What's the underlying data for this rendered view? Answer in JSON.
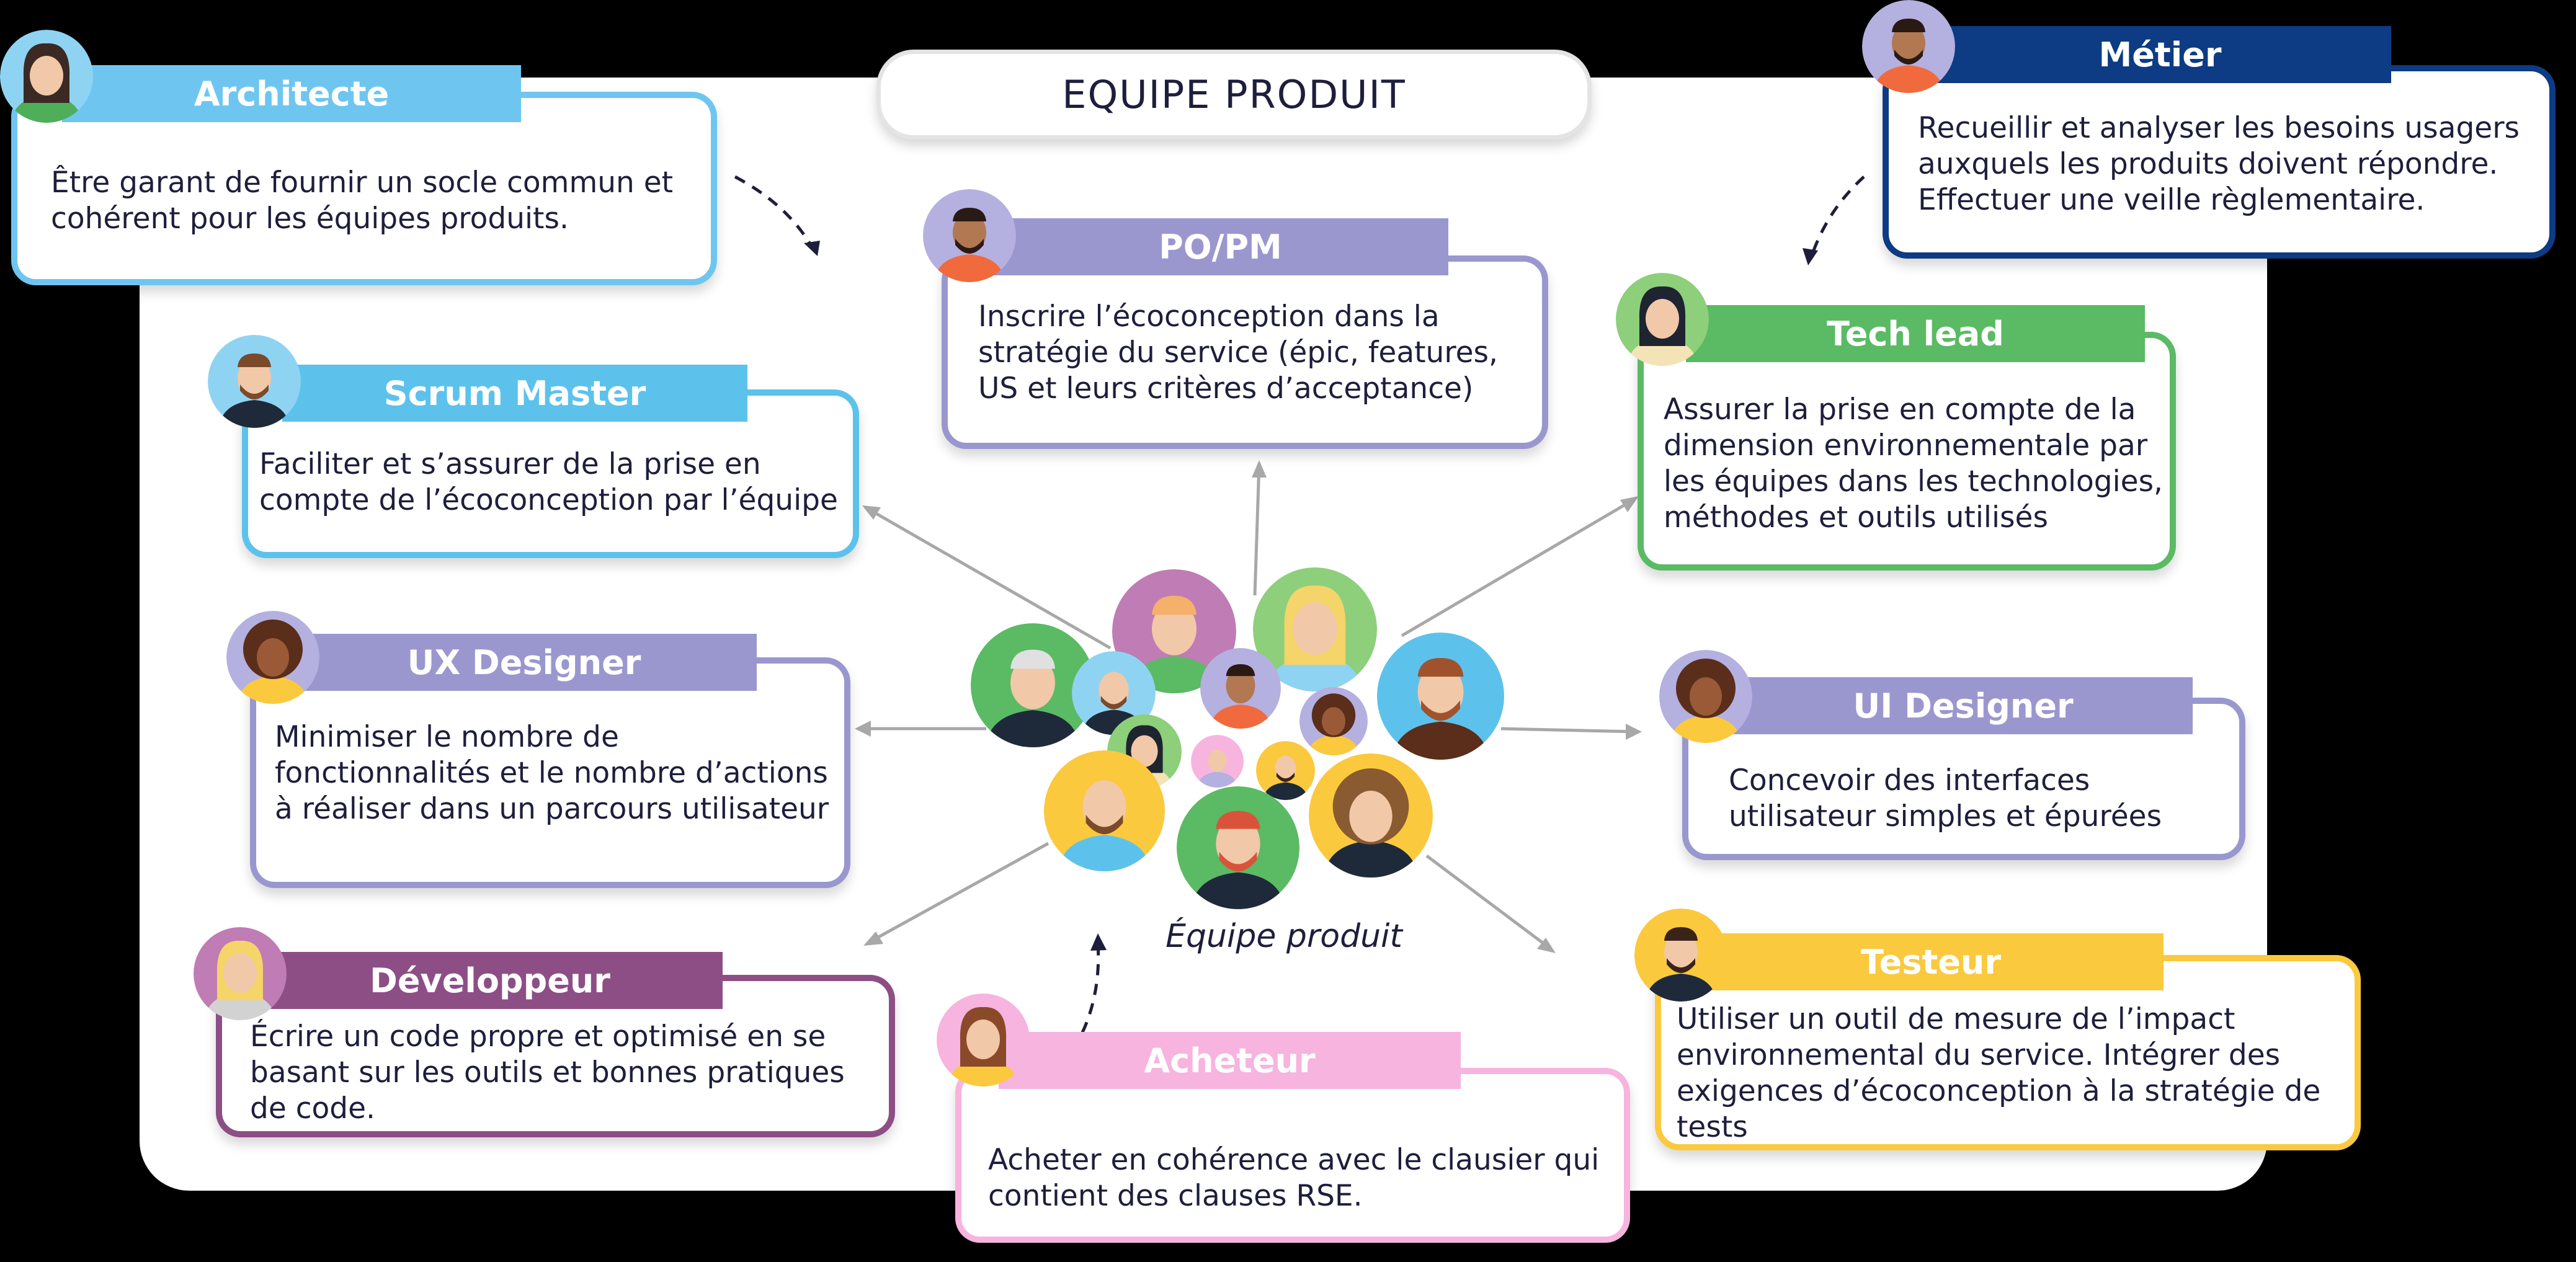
{
  "title": "EQUIPE PRODUIT",
  "center_label": "Équipe produit",
  "roles": [
    {
      "id": "architecte",
      "title": "Architecte",
      "text": "Être garant de fournir un socle commun et cohérent pour les équipes produits.",
      "color": "#6ec6f0",
      "border": "#6ec6f0"
    },
    {
      "id": "metier",
      "title": "Métier",
      "text": "Recueillir et analyser les besoins usagers auxquels les produits doivent répondre. Effectuer une veille règlementaire.",
      "color": "#0d3b84",
      "border": "#0d3b84"
    },
    {
      "id": "popm",
      "title": "PO/PM",
      "text": "Inscrire l’écoconception dans la stratégie du service (épic, features, US et leurs critères d’acceptance)",
      "color": "#9a97cf",
      "border": "#9a97cf"
    },
    {
      "id": "scrum",
      "title": "Scrum Master",
      "text": "Faciliter et s’assurer de la prise en compte de l’écoconception par l’équipe",
      "color": "#5cc2ec",
      "border": "#5cc2ec"
    },
    {
      "id": "techlead",
      "title": "Tech lead",
      "text": "Assurer la prise en compte de la dimension environnementale par les équipes dans les technologies, méthodes et outils utilisés",
      "color": "#5bba64",
      "border": "#5bba64"
    },
    {
      "id": "ux",
      "title": "UX Designer",
      "text": "Minimiser le nombre de fonctionnalités et le nombre d’actions à réaliser dans un parcours utilisateur",
      "color": "#9a97cf",
      "border": "#9a97cf"
    },
    {
      "id": "ui",
      "title": "UI Designer",
      "text": "Concevoir des interfaces utilisateur simples et épurées",
      "color": "#9a97cf",
      "border": "#9a97cf"
    },
    {
      "id": "dev",
      "title": "Développeur",
      "text": "Écrire un code propre et optimisé en se basant sur les outils et bonnes pratiques de code.",
      "color": "#8d4e86",
      "border": "#8d4e86"
    },
    {
      "id": "acheteur",
      "title": "Acheteur",
      "text": "Acheter en cohérence avec le clausier qui contient des clauses RSE.",
      "color": "#f6b4df",
      "border": "#f6b4df"
    },
    {
      "id": "testeur",
      "title": "Testeur",
      "text": "Utiliser un outil de mesure de l’impact environnemental du service. Intégrer des exigences d’écoconception à la stratégie de tests",
      "color": "#fbc93e",
      "border": "#fbc93e"
    }
  ]
}
